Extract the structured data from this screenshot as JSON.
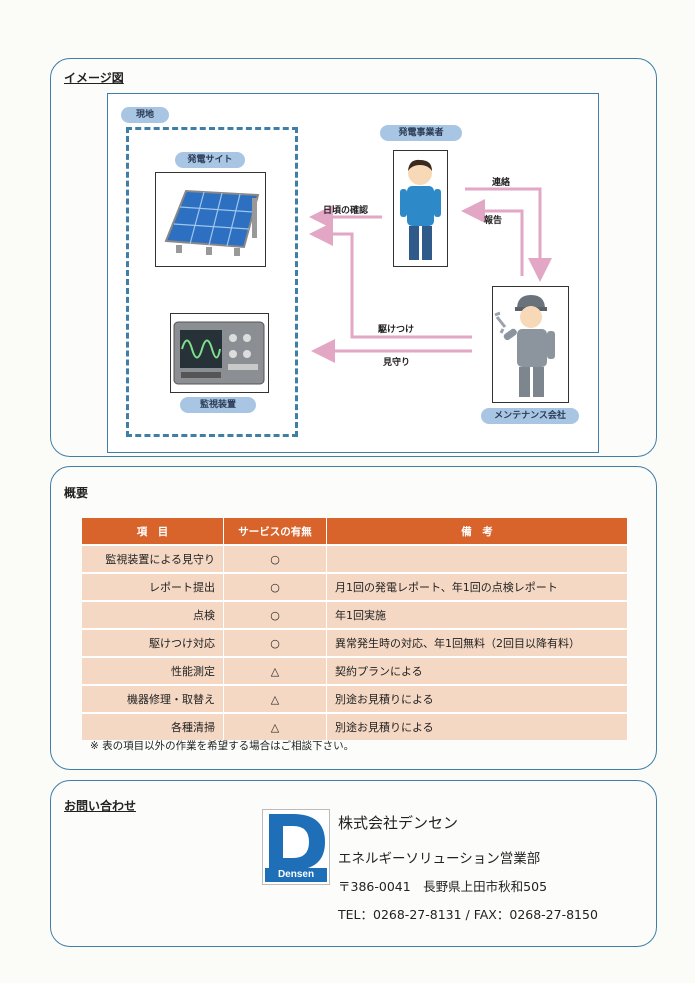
{
  "image_section": {
    "title": "イメージ図",
    "site_tag": "現地",
    "solar_tag": "発電サイト",
    "monitor_tag": "監視装置",
    "operator_tag": "発電事業者",
    "maintenance_tag": "メンテナンス会社",
    "arrows": {
      "daily_check": "日頃の確認",
      "contact": "連絡",
      "report": "報告",
      "rush": "駆けつけ",
      "watch": "見守り"
    }
  },
  "summary_section": {
    "title": "概要",
    "columns": [
      "項　目",
      "サービスの有無",
      "備　考"
    ],
    "rows": [
      {
        "item": "監視装置による見守り",
        "mark": "○",
        "note": ""
      },
      {
        "item": "レポート提出",
        "mark": "○",
        "note": "月1回の発電レポート、年1回の点検レポート"
      },
      {
        "item": "点検",
        "mark": "○",
        "note": "年1回実施"
      },
      {
        "item": "駆けつけ対応",
        "mark": "○",
        "note": "異常発生時の対応、年1回無料（2回目以降有料）"
      },
      {
        "item": "性能測定",
        "mark": "△",
        "note": "契約プランによる"
      },
      {
        "item": "機器修理・取替え",
        "mark": "△",
        "note": "別途お見積りによる"
      },
      {
        "item": "各種清掃",
        "mark": "△",
        "note": "別途お見積りによる"
      }
    ],
    "footnote": "※ 表の項目以外の作業を希望する場合はご相談下さい。"
  },
  "contact_section": {
    "title": "お問い合わせ",
    "logo_text": "Densen",
    "company": "株式会社デンセン",
    "department": "エネルギーソリューション営業部",
    "address": "〒386-0041　長野県上田市秋和505",
    "phone": "TEL：0268-27-8131 / FAX：0268-27-8150"
  },
  "colors": {
    "frame_blue": "#3f7fa6",
    "tag_blue": "#a8c6e4",
    "arrow_pink": "#e2a7c4",
    "table_header": "#d9642b",
    "table_cell": "#f5d8c4"
  }
}
